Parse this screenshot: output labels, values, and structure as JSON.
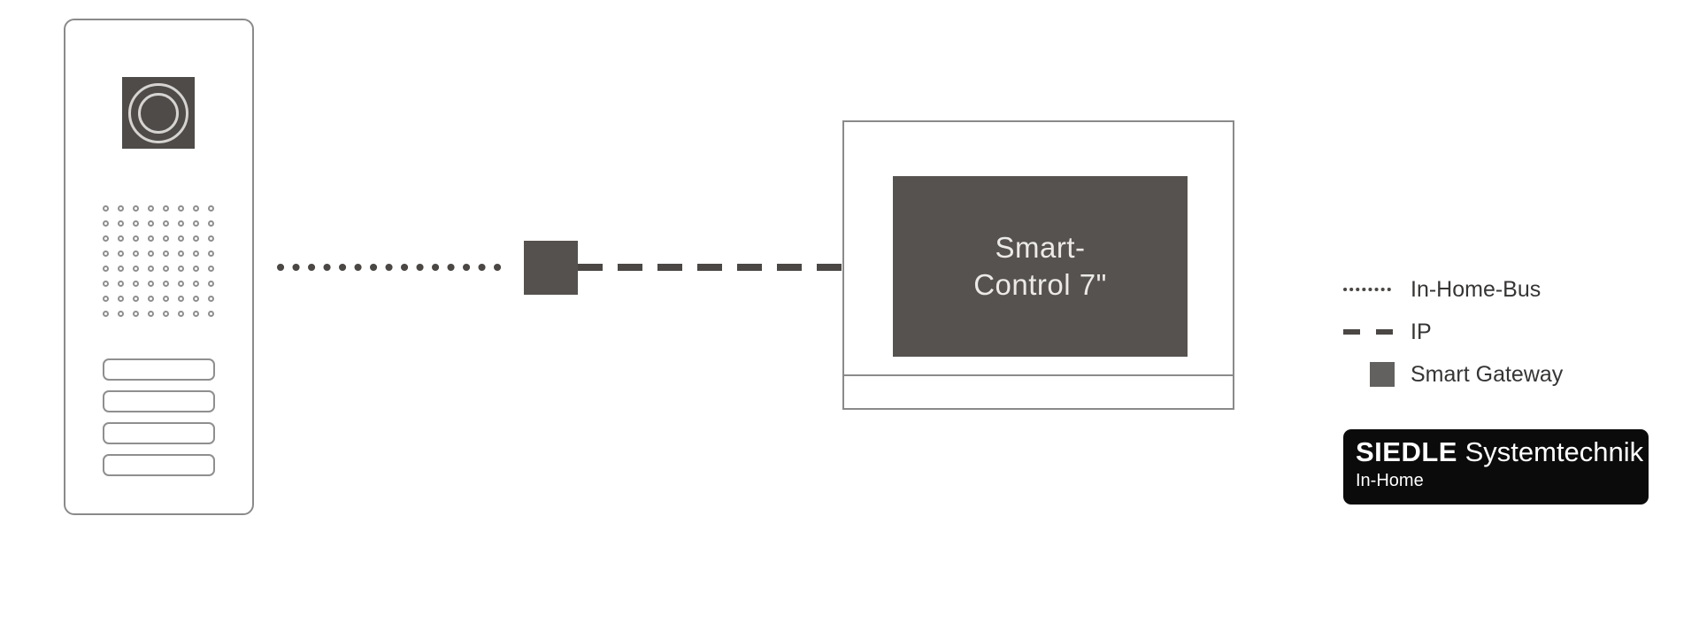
{
  "diagram": {
    "door_station": {
      "description": "door station with camera, speaker grille and call buttons",
      "speaker_grid": {
        "rows": 8,
        "cols": 8
      },
      "call_button_count": 4
    },
    "gateway": {
      "label": "Smart Gateway"
    },
    "monitor": {
      "screen_line1": "Smart-",
      "screen_line2": "Control 7\""
    },
    "connections": [
      {
        "style": "dotted",
        "meaning": "In-Home-Bus",
        "from": "door-station",
        "to": "smart-gateway"
      },
      {
        "style": "dashed",
        "meaning": "IP",
        "from": "smart-gateway",
        "to": "smart-control-monitor"
      }
    ]
  },
  "legend": {
    "items": [
      {
        "symbol": "dotted-line",
        "label": "In-Home-Bus"
      },
      {
        "symbol": "dashed-line",
        "label": "IP"
      },
      {
        "symbol": "gray-square",
        "label": "Smart Gateway"
      }
    ]
  },
  "logo": {
    "brand": "SIEDLE",
    "product": "Systemtechnik",
    "subtitle": "In-Home"
  },
  "colors": {
    "background": "#ffffff",
    "line_dark_gray": "#4a4744",
    "gateway_fill": "#55514e",
    "screen_fill": "#55524f",
    "screen_text": "#eceae8",
    "outline_gray": "#8a8a8a",
    "legend_text": "#363534",
    "legend_swatch": "#636060",
    "logo_background": "#0b0b0b",
    "logo_text": "#ffffff"
  }
}
